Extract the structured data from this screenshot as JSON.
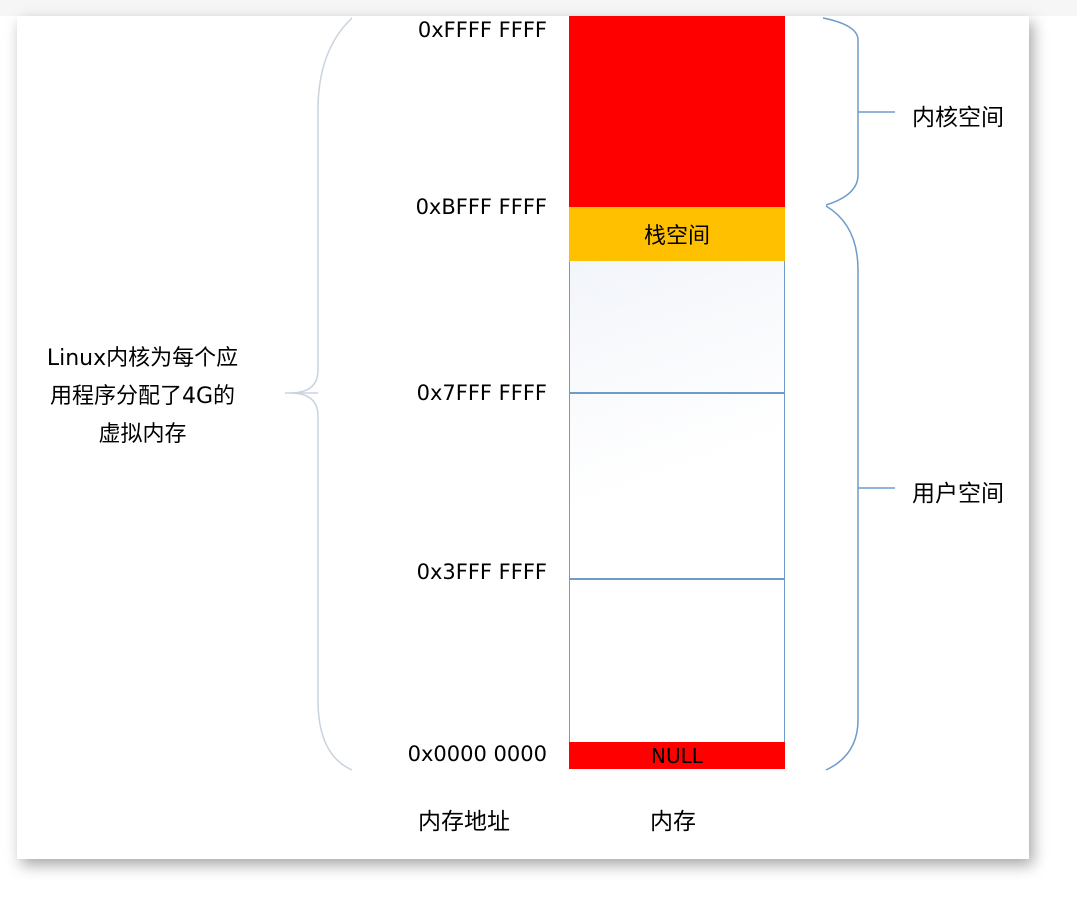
{
  "addresses": [
    "0xFFFF FFFF",
    "0xBFFF FFFF",
    "0x7FFF FFFF",
    "0x3FFF FFFF",
    "0x0000 0000"
  ],
  "memory_blocks": {
    "stack": "栈空间",
    "null": "NULL"
  },
  "brace_labels": {
    "kernel": "内核空间",
    "user": "用户空间"
  },
  "left_note": [
    "Linux内核为每个应",
    "用程序分配了4G的",
    "虚拟内存"
  ],
  "column_labels": {
    "address": "内存地址",
    "memory": "内存"
  },
  "colors": {
    "kernel": "#ff0000",
    "stack": "#ffc000",
    "null": "#ff0000",
    "line": "#6f9bc8"
  }
}
